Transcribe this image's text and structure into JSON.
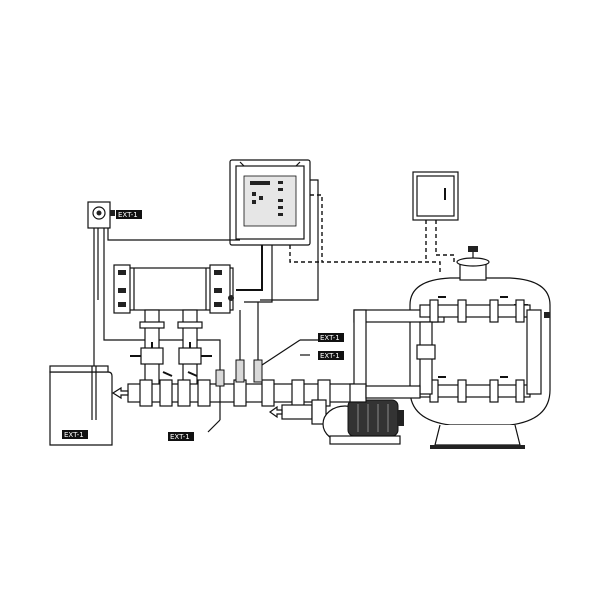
{
  "diagram": {
    "labels": {
      "ext_pump_top": "EXT-1",
      "ext_tank": "EXT-1",
      "ext_sensor_bottom": "EXT-1",
      "ext_line_upper": "EXT-1",
      "ext_line_lower": "EXT-1"
    },
    "components": {
      "control_panel": "control-panel",
      "junction_box": "junction-box",
      "dosing_pump": "dosing-pump",
      "chemical_tank": "chemical-tank",
      "heat_exchanger": "heat-exchanger",
      "sand_filter": "sand-filter",
      "circulation_pump": "circulation-pump"
    },
    "colors": {
      "line": "#111111",
      "tag_bg": "#111111",
      "tag_text": "#ffffff"
    }
  }
}
